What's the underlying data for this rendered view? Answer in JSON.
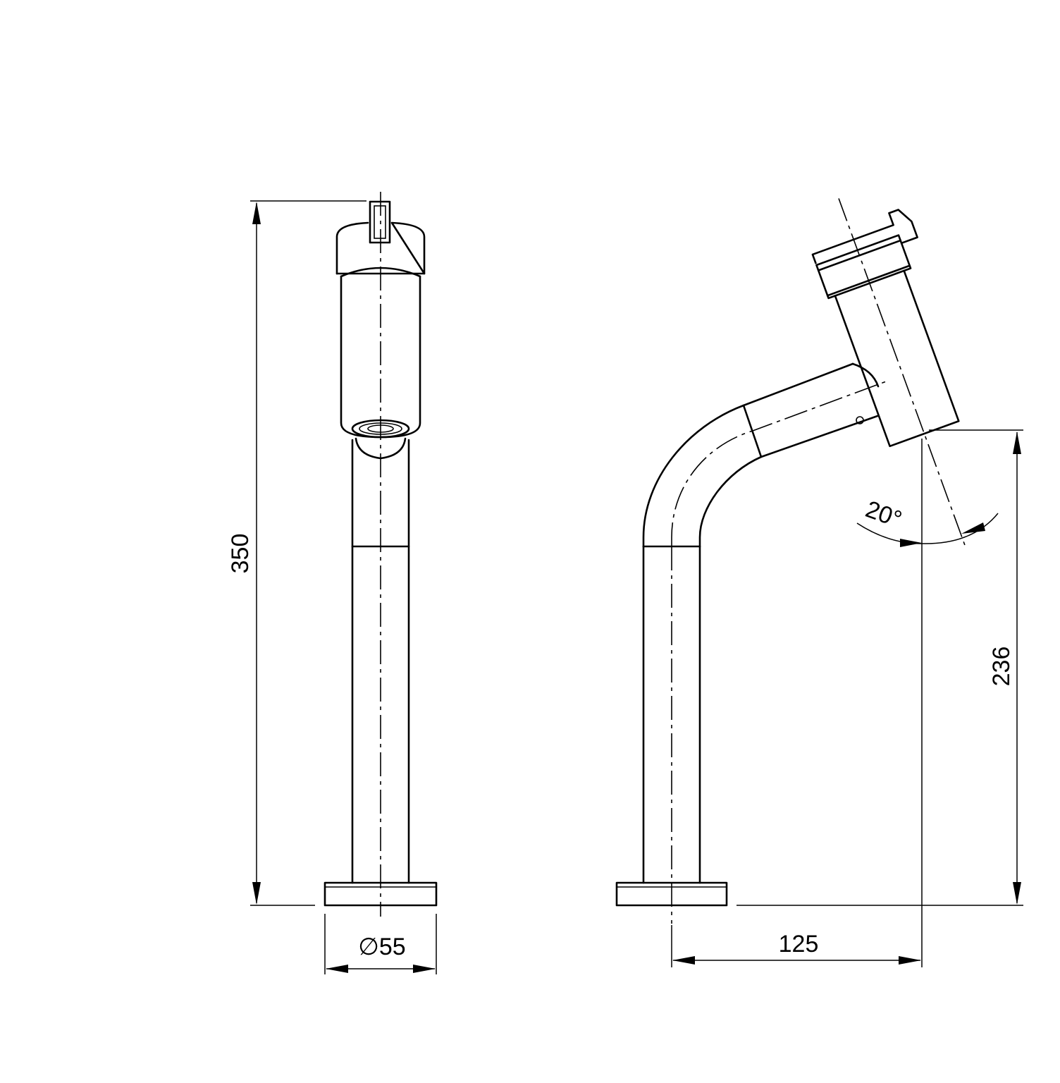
{
  "drawing": {
    "front_view": {
      "height_dimension": "350",
      "base_diameter_dimension": "∅55"
    },
    "side_view": {
      "spout_height_dimension": "236",
      "spout_reach_dimension": "125",
      "spout_angle_dimension": "20°"
    }
  }
}
